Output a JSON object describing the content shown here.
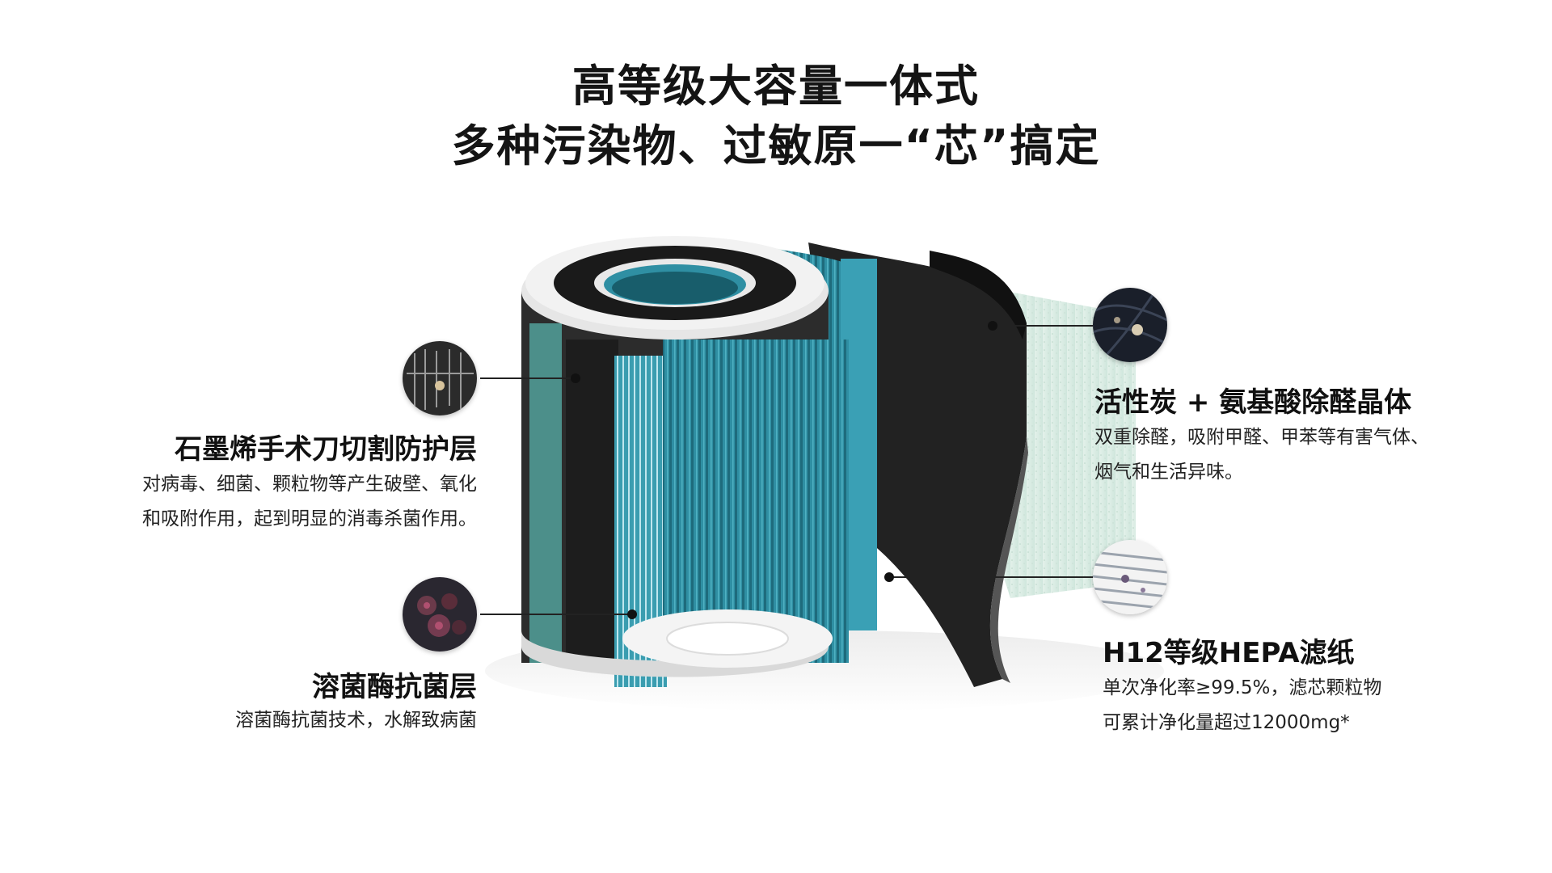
{
  "title": {
    "line1": "高等级大容量一体式",
    "line2": "多种污染物、过敏原一“芯”搞定"
  },
  "layers": {
    "graphene": {
      "heading": "石墨烯手术刀切割防护层",
      "desc1": "对病毒、细菌、颗粒物等产生破壁、氧化",
      "desc2": "和吸附作用，起到明显的消毒杀菌作用。",
      "icon": "graphene-microscope-icon"
    },
    "lysozyme": {
      "heading": "溶菌酶抗菌层",
      "desc1": "溶菌酶抗菌技术，水解致病菌",
      "icon": "lysozyme-bacteria-icon"
    },
    "carbon": {
      "heading": "活性炭 + 氨基酸除醛晶体",
      "desc1": "双重除醛，吸附甲醛、甲苯等有害气体、",
      "desc2": "烟气和生活异味。",
      "icon": "carbon-fiber-icon"
    },
    "hepa": {
      "heading": "H12等级HEPA滤纸",
      "desc1": "单次净化率≥99.5%，滤芯颗粒物",
      "desc2": "可累计净化量超过12000mg*",
      "icon": "hepa-pleat-icon"
    }
  },
  "colors": {
    "teal": "#2f8fa3",
    "carbon": "#2a2a2a",
    "green_sheet": "#d8ebe2"
  }
}
